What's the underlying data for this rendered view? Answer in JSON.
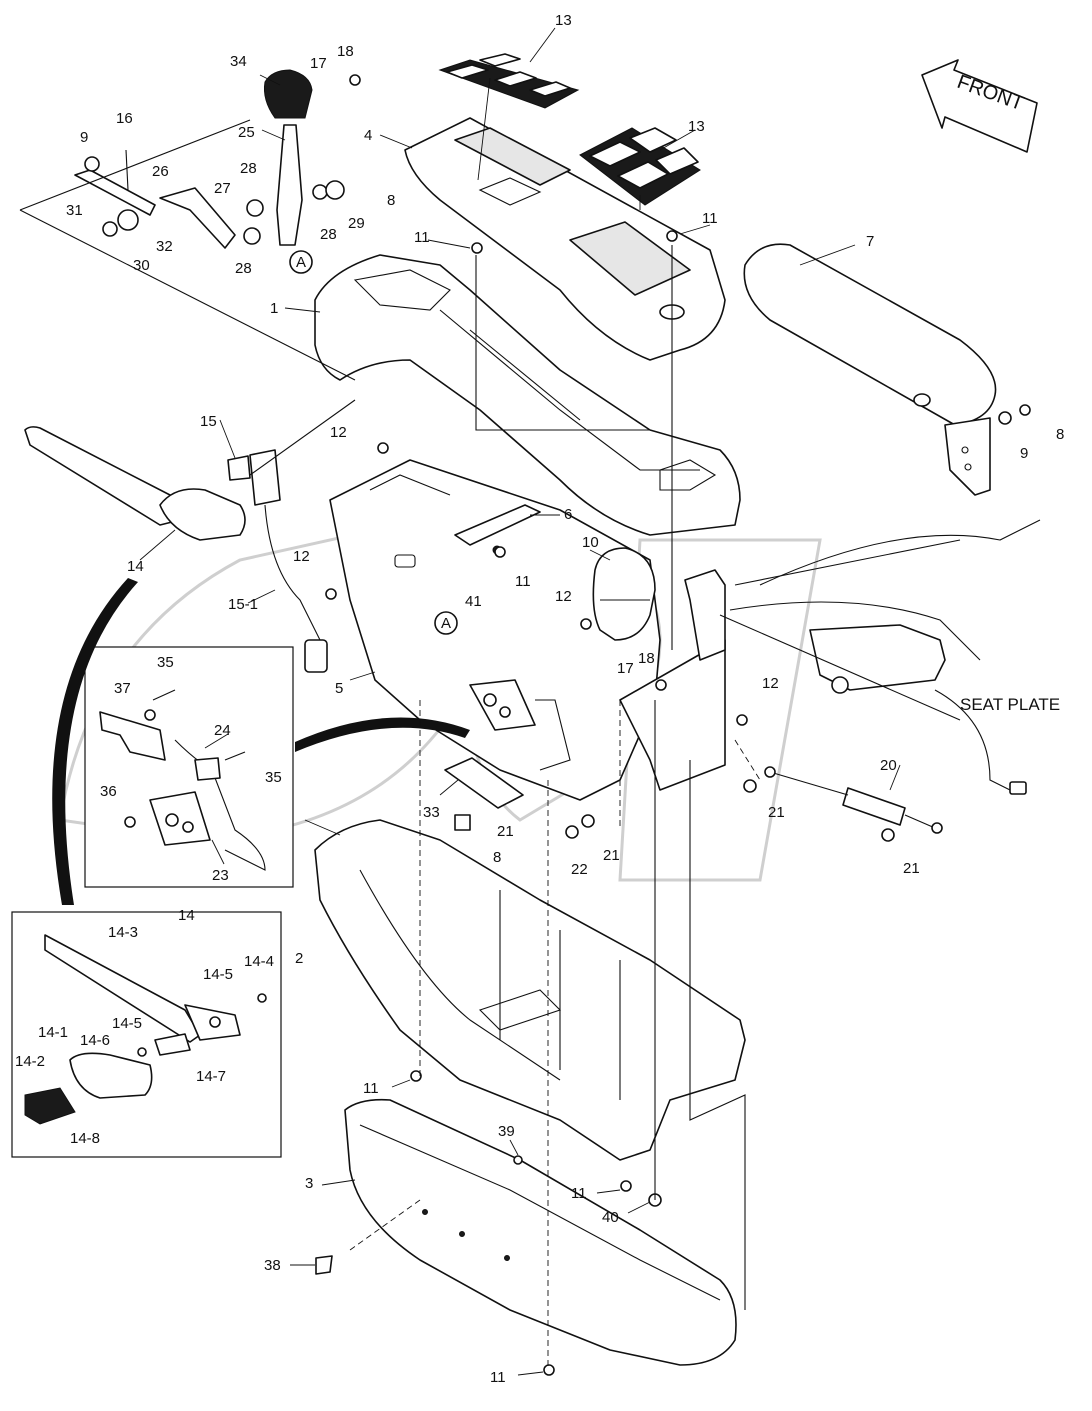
{
  "front_label": "FRONT",
  "seat_plate_label": "SEAT PLATE",
  "circle_ref": "A",
  "labels": {
    "l1": "1",
    "l2": "2",
    "l3": "3",
    "l4": "4",
    "l5": "5",
    "l6": "6",
    "l7": "7",
    "l8a": "8",
    "l8b": "8",
    "l8c": "8",
    "l9a": "9",
    "l9b": "9",
    "l10": "10",
    "l11a": "11",
    "l11b": "11",
    "l11c": "11",
    "l11d": "11",
    "l11e": "11",
    "l11f": "11",
    "l12a": "12",
    "l12b": "12",
    "l12c": "12",
    "l12d": "12",
    "l13a": "13",
    "l13b": "13",
    "l14a": "14",
    "l14b": "14",
    "l14_1": "14-1",
    "l14_2": "14-2",
    "l14_3": "14-3",
    "l14_4": "14-4",
    "l14_5a": "14-5",
    "l14_5b": "14-5",
    "l14_6": "14-6",
    "l14_7": "14-7",
    "l14_8": "14-8",
    "l15": "15",
    "l15_1": "15-1",
    "l16": "16",
    "l17a": "17",
    "l17b": "17",
    "l18a": "18",
    "l18b": "18",
    "l20": "20",
    "l21a": "21",
    "l21b": "21",
    "l21c": "21",
    "l21d": "21",
    "l22": "22",
    "l23": "23",
    "l24": "24",
    "l25": "25",
    "l26": "26",
    "l27": "27",
    "l28a": "28",
    "l28b": "28",
    "l28c": "28",
    "l29": "29",
    "l30": "30",
    "l31": "31",
    "l32": "32",
    "l33": "33",
    "l34": "34",
    "l35a": "35",
    "l35b": "35",
    "l36": "36",
    "l37": "37",
    "l38": "38",
    "l39": "39",
    "l40": "40",
    "l41": "41"
  }
}
